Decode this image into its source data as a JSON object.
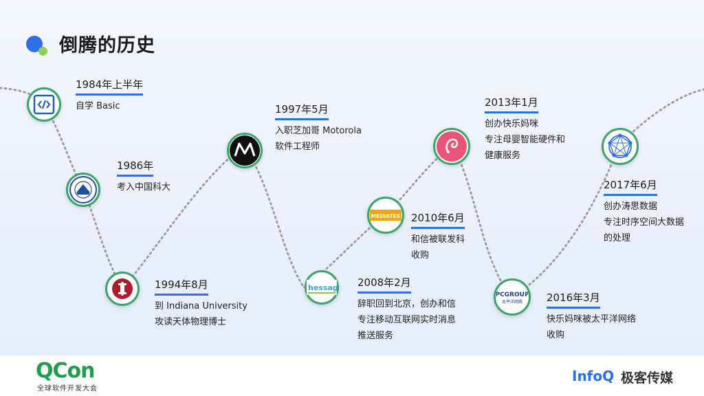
{
  "title": "倒腾的历史",
  "events": [
    {
      "date": "1984年上半年",
      "lines": [
        "自学 Basic"
      ],
      "icon": "code-icon"
    },
    {
      "date": "1986年",
      "lines": [
        "考入中国科大"
      ],
      "icon": "ustc-seal-icon"
    },
    {
      "date": "1994年8月",
      "lines": [
        "到 Indiana University",
        "攻读天体物理博士"
      ],
      "icon": "indiana-university-icon"
    },
    {
      "date": "1997年5月",
      "lines": [
        "入职芝加哥 Motorola",
        "软件工程师"
      ],
      "icon": "motorola-icon"
    },
    {
      "date": "2008年2月",
      "lines": [
        "辞职回到北京，创办和信",
        "专注移动互联网实时消息",
        "推送服务"
      ],
      "icon": "hessage-icon"
    },
    {
      "date": "2010年6月",
      "lines": [
        "和信被联发科",
        "收购"
      ],
      "icon": "mediatek-icon"
    },
    {
      "date": "2013年1月",
      "lines": [
        "创办快乐妈咪",
        "专注母婴智能硬件和",
        "健康服务"
      ],
      "icon": "happy-mommy-icon"
    },
    {
      "date": "2016年3月",
      "lines": [
        "快乐妈咪被太平洋网络",
        "收购"
      ],
      "icon": "pcgroup-icon"
    },
    {
      "date": "2017年6月",
      "lines": [
        "创办涛思数据",
        "专注时序空间大数据",
        "的处理"
      ],
      "icon": "taos-data-icon"
    }
  ],
  "icon_labels": {
    "mediatek": "MEDIATEK",
    "hessage": "hessage",
    "pcgroup": "PCGROUP",
    "pcgroup_cn": "太平洋网络"
  },
  "footer": {
    "qcon": "QCon",
    "qcon_sub": "全球软件开发大会",
    "infoq": "InfoQ",
    "infoq_cn": "极客传媒"
  },
  "colors": {
    "accent": "#2f6fe6",
    "node_border": "#3aa56b",
    "qcon_green": "#1f9e4f"
  }
}
